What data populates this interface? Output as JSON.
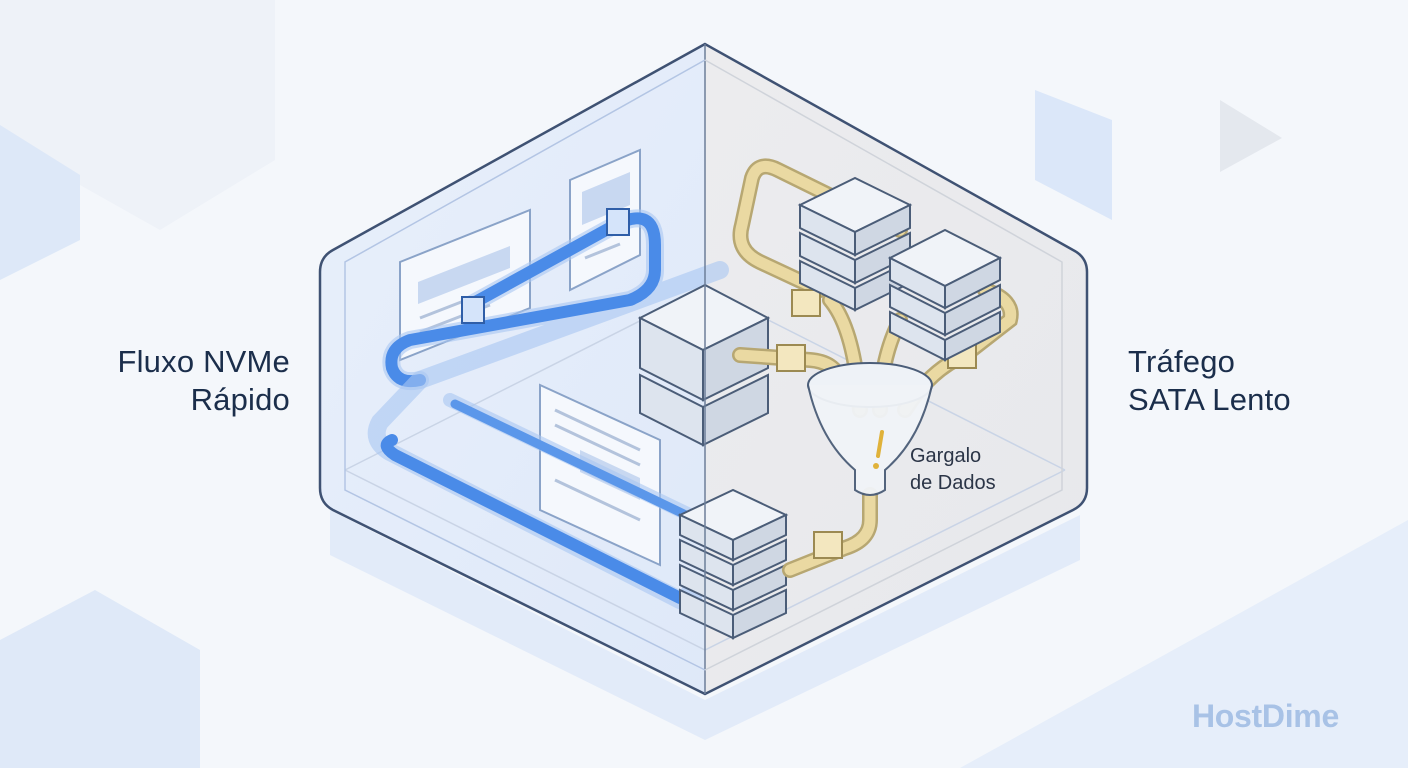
{
  "labels": {
    "fast_flow": [
      "Fluxo NVMe",
      "Rápido"
    ],
    "slow_traffic": [
      "Tráfego",
      "SATA Lento"
    ],
    "bottleneck": [
      "Gargalo",
      "de Dados"
    ]
  },
  "brand": "HostDime",
  "icons": {
    "blue_pipe": "nvme-data-pipe-icon",
    "yellow_pipe": "sata-data-pipe-icon",
    "funnel": "funnel-icon",
    "warning": "warning-icon",
    "server": "server-stack-icon",
    "document": "document-panel-icon"
  },
  "colors": {
    "nvme_blue": "#4a8be8",
    "sata_yellow": "#e8d59c",
    "text": "#1b2e4b",
    "brand": "#a8c2e6",
    "warning": "#e0b23a"
  }
}
